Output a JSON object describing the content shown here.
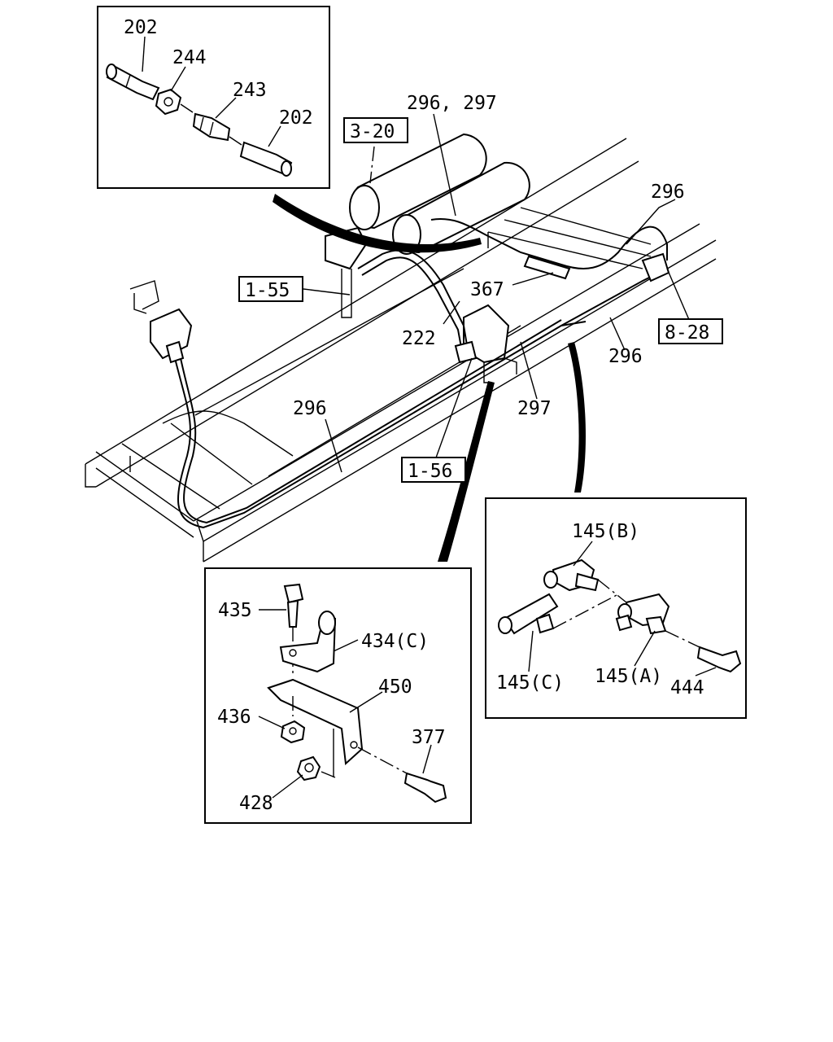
{
  "labels": {
    "inset_a": {
      "p202_top": "202",
      "p244": "244",
      "p243": "243",
      "p202_bottom": "202"
    },
    "main": {
      "p296_297": "296, 297",
      "ref_3_20": "3-20",
      "p296_right_top": "296",
      "ref_1_55": "1-55",
      "p367": "367",
      "p222": "222",
      "ref_8_28": "8-28",
      "p296_right_mid": "296",
      "p297": "297",
      "p296_center": "296",
      "ref_1_56": "1-56"
    },
    "inset_b": {
      "p145b": "145(B)",
      "p145c": "145(C)",
      "p145a": "145(A)",
      "p444": "444"
    },
    "inset_c": {
      "p435": "435",
      "p434c": "434(C)",
      "p450": "450",
      "p436": "436",
      "p377": "377",
      "p428": "428"
    }
  }
}
